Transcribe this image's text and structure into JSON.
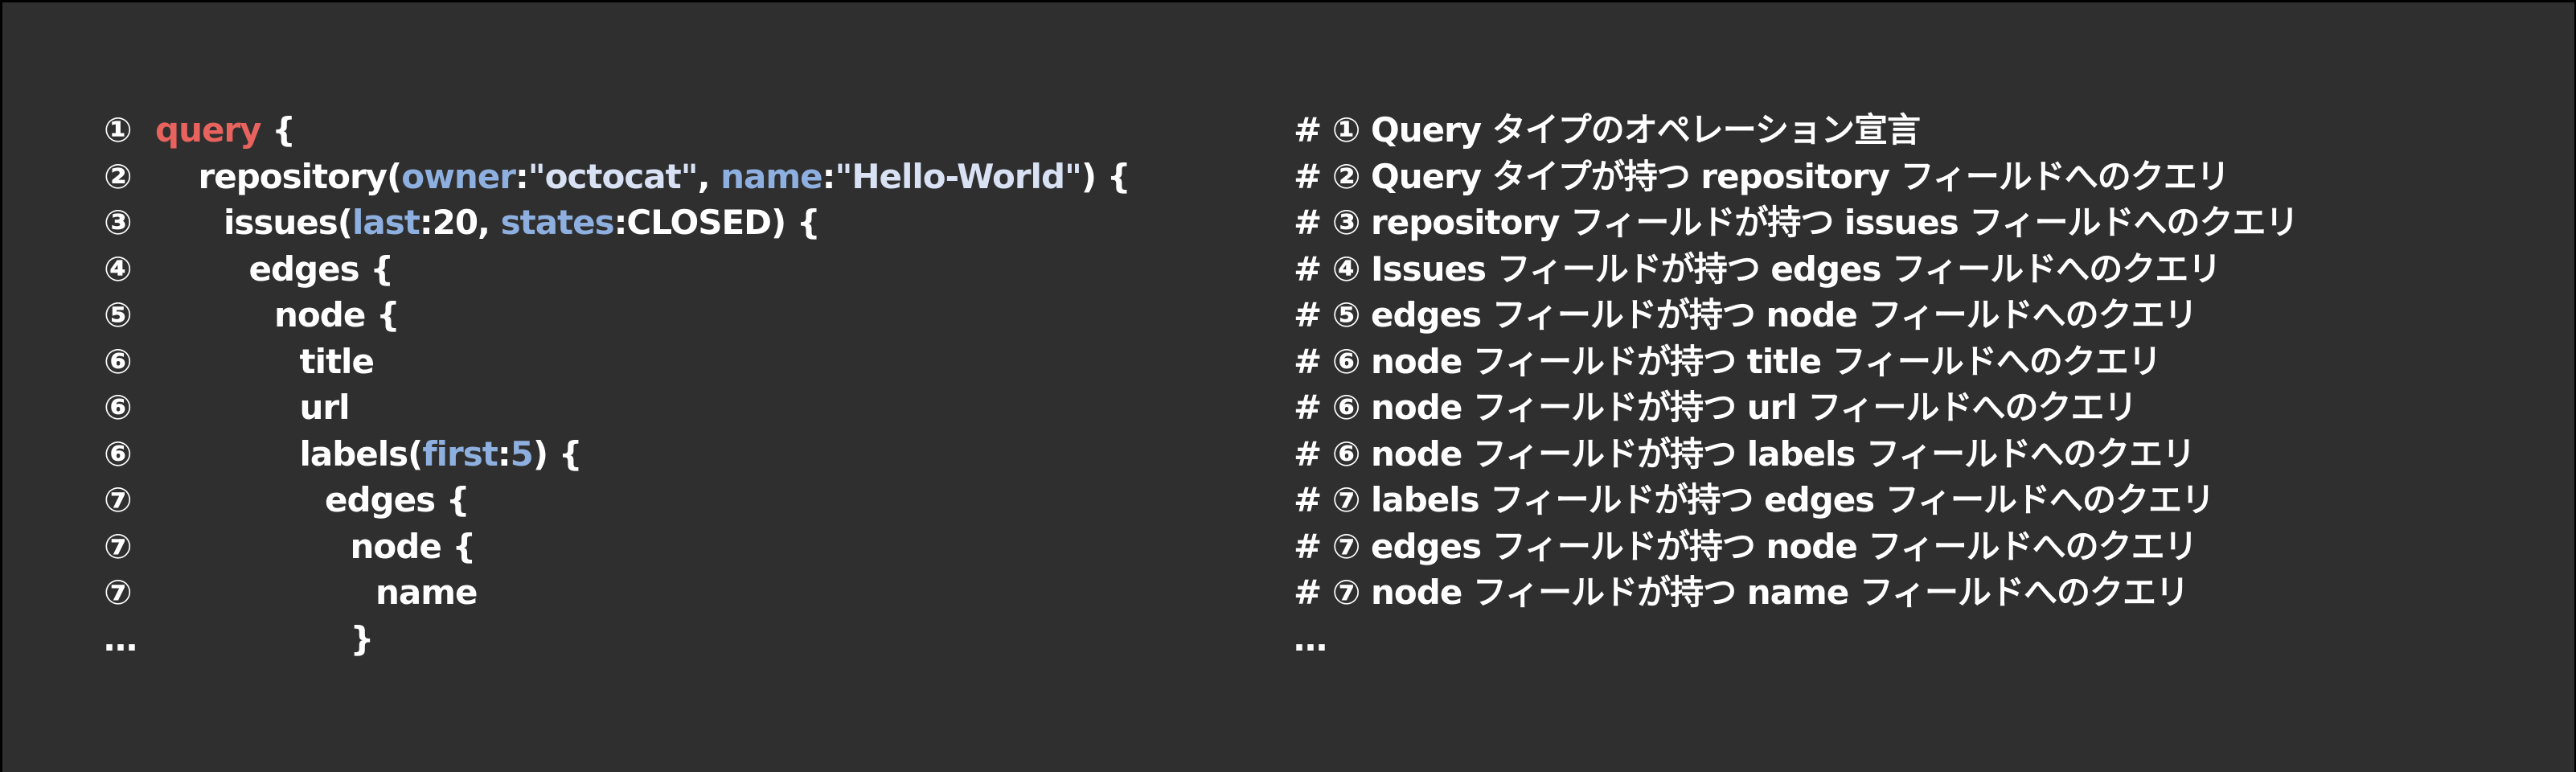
{
  "colors": {
    "background": "#2f2f2f",
    "text": "#ffffff",
    "keyword": "#e8635e",
    "argument": "#8eb0e0",
    "string": "#d8e2f4"
  },
  "code": {
    "lines": [
      {
        "marker": "①",
        "indent": 0,
        "segments": [
          {
            "t": "query",
            "c": "kw"
          },
          {
            "t": " {",
            "c": "plain"
          }
        ]
      },
      {
        "marker": "②",
        "indent": 1,
        "segments": [
          {
            "t": "repository(",
            "c": "plain"
          },
          {
            "t": "owner",
            "c": "param"
          },
          {
            "t": ":",
            "c": "plain"
          },
          {
            "t": "\"octocat\"",
            "c": "str"
          },
          {
            "t": ", ",
            "c": "plain"
          },
          {
            "t": "name",
            "c": "param"
          },
          {
            "t": ":",
            "c": "plain"
          },
          {
            "t": "\"Hello-World\"",
            "c": "str"
          },
          {
            "t": ") {",
            "c": "plain"
          }
        ]
      },
      {
        "marker": "③",
        "indent": 2,
        "segments": [
          {
            "t": "issues(",
            "c": "plain"
          },
          {
            "t": "last",
            "c": "param"
          },
          {
            "t": ":20, ",
            "c": "plain"
          },
          {
            "t": "states",
            "c": "param"
          },
          {
            "t": ":CLOSED) {",
            "c": "plain"
          }
        ]
      },
      {
        "marker": "④",
        "indent": 3,
        "segments": [
          {
            "t": "edges {",
            "c": "plain"
          }
        ]
      },
      {
        "marker": "⑤",
        "indent": 4,
        "segments": [
          {
            "t": "node {",
            "c": "plain"
          }
        ]
      },
      {
        "marker": "⑥",
        "indent": 5,
        "segments": [
          {
            "t": "title",
            "c": "plain"
          }
        ]
      },
      {
        "marker": "⑥",
        "indent": 5,
        "segments": [
          {
            "t": "url",
            "c": "plain"
          }
        ]
      },
      {
        "marker": "⑥",
        "indent": 5,
        "segments": [
          {
            "t": "labels(",
            "c": "plain"
          },
          {
            "t": "first",
            "c": "param"
          },
          {
            "t": ":",
            "c": "plain"
          },
          {
            "t": "5",
            "c": "param"
          },
          {
            "t": ") {",
            "c": "plain"
          }
        ]
      },
      {
        "marker": "⑦",
        "indent": 6,
        "segments": [
          {
            "t": "edges {",
            "c": "plain"
          }
        ]
      },
      {
        "marker": "⑦",
        "indent": 7,
        "segments": [
          {
            "t": "node {",
            "c": "plain"
          }
        ]
      },
      {
        "marker": "⑦",
        "indent": 8,
        "segments": [
          {
            "t": "name",
            "c": "plain"
          }
        ]
      },
      {
        "marker": "…",
        "indent": 7,
        "segments": [
          {
            "t": "}",
            "c": "plain"
          }
        ]
      }
    ]
  },
  "comments": {
    "lines": [
      "# ① Query タイプのオペレーション宣言",
      "# ② Query タイプが持つ repository フィールドへのクエリ",
      "# ③ repository フィールドが持つ issues フィールドへのクエリ",
      "# ④ Issues フィールドが持つ edges フィールドへのクエリ",
      "# ⑤ edges フィールドが持つ node フィールドへのクエリ",
      "# ⑥ node フィールドが持つ title フィールドへのクエリ",
      "# ⑥ node フィールドが持つ url フィールドへのクエリ",
      "# ⑥ node フィールドが持つ labels フィールドへのクエリ",
      "# ⑦ labels フィールドが持つ edges フィールドへのクエリ",
      "# ⑦ edges フィールドが持つ node フィールドへのクエリ",
      "# ⑦ node フィールドが持つ name フィールドへのクエリ",
      "…"
    ]
  }
}
